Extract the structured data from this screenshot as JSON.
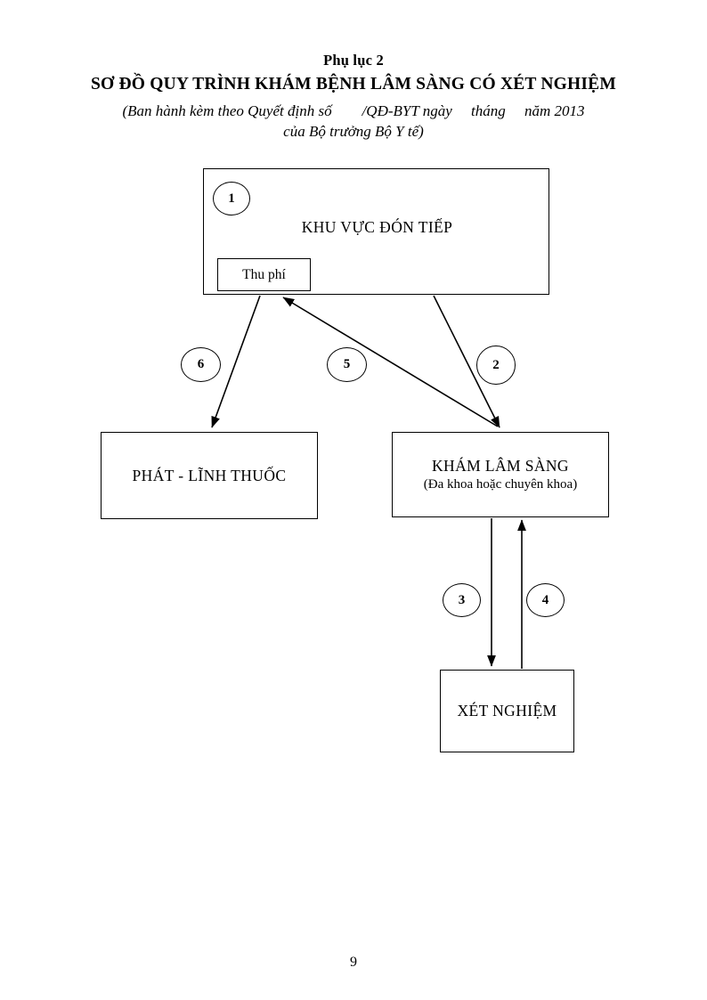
{
  "header": {
    "appendix": "Phụ lục 2",
    "title": "SƠ ĐỒ QUY TRÌNH KHÁM BỆNH LÂM SÀNG CÓ XÉT NGHIỆM",
    "subtitle_line1": "(Ban hành kèm theo Quyết định số        /QĐ-BYT ngày     tháng     năm 2013",
    "subtitle_line2": "của Bộ trưởng Bộ Y tế)"
  },
  "diagram": {
    "nodes": {
      "reception": {
        "label": "KHU VỰC ĐÓN TIẾP",
        "step": "1",
        "inner_box_label": "Thu phí"
      },
      "pharmacy": {
        "label": "PHÁT - LĨNH THUỐC"
      },
      "exam": {
        "label": "KHÁM LÂM SÀNG",
        "subtitle": "(Đa khoa hoặc chuyên khoa)"
      },
      "lab": {
        "label": "XÉT NGHIỆM"
      }
    },
    "steps": {
      "s1": "1",
      "s2": "2",
      "s3": "3",
      "s4": "4",
      "s5": "5",
      "s6": "6"
    },
    "colors": {
      "stroke": "#000000",
      "background": "#ffffff"
    }
  },
  "footer": {
    "page_number": "9"
  }
}
